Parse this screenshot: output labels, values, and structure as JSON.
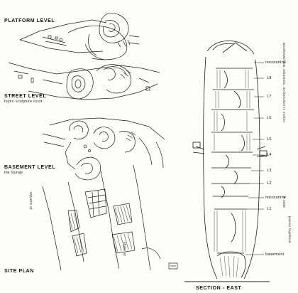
{
  "plans": {
    "platform": {
      "title": "PLATFORM LEVEL"
    },
    "street": {
      "title": "STREET LEVEL",
      "subtitle": "foyer- sculpture court"
    },
    "basement": {
      "title": "BASEMENT LEVEL",
      "subtitle": "the lounge"
    },
    "site": {
      "title": "SITE PLAN",
      "street_left": "square st",
      "street_mid": "state st"
    }
  },
  "section": {
    "title": "SECTION - EAST",
    "levels": [
      "mezzanine",
      "L8",
      "L7",
      "L6",
      "L5",
      "L4",
      "L3",
      "L2",
      "mezzanine",
      "L1",
      "basement"
    ]
  },
  "margin_text": {
    "line1": "woodenwindow, urbanistic, architecture in motion",
    "line2": "F-1006",
    "line3": "jeanne fegeliana"
  }
}
